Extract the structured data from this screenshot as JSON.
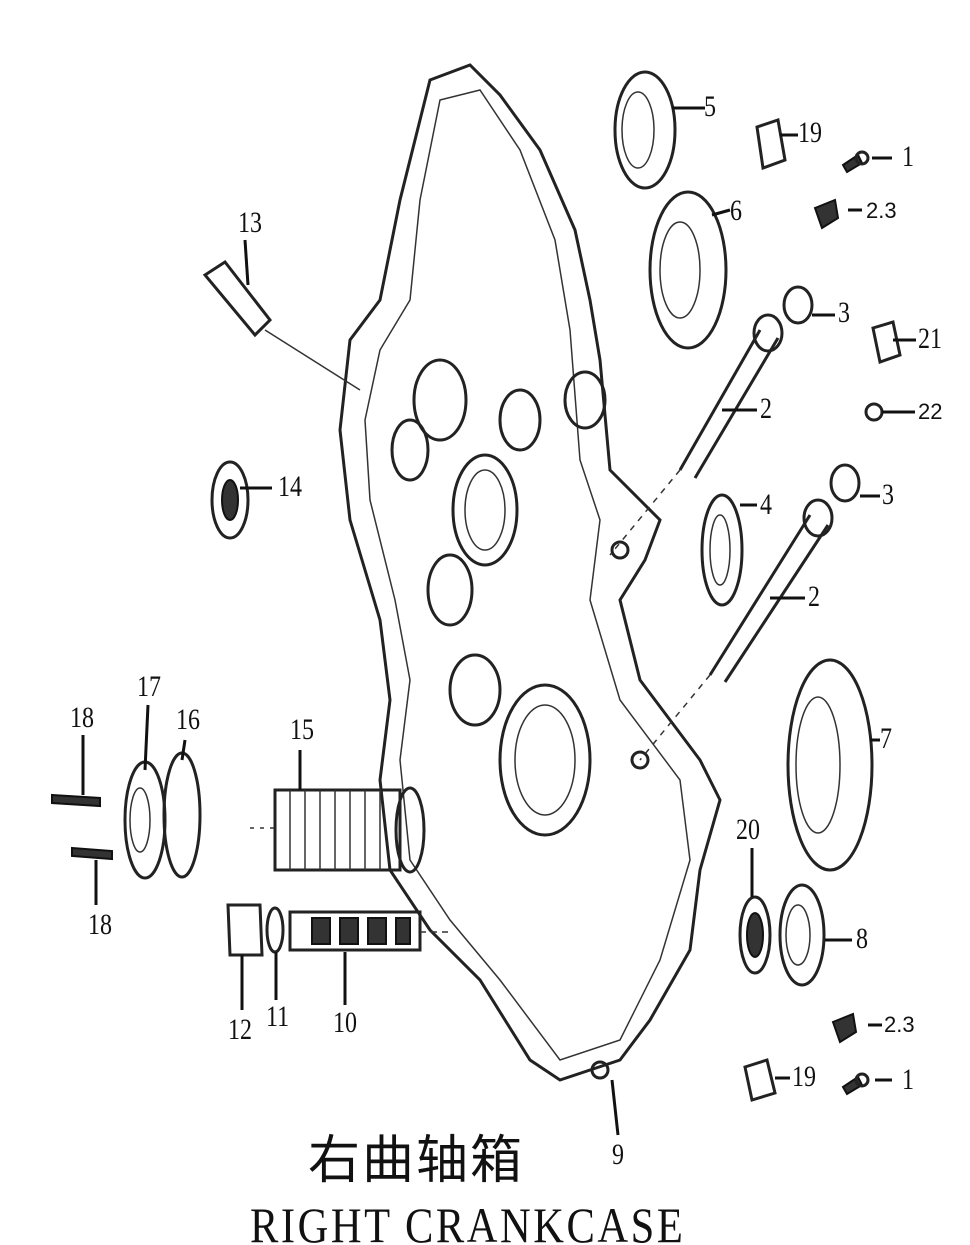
{
  "diagram": {
    "title_cn": "右曲轴箱",
    "title_en": "RIGHT CRANKCASE",
    "callouts": {
      "c1a": "1",
      "c1b": "1",
      "c2a": "2",
      "c2b": "2",
      "c3a": "3",
      "c3b": "3",
      "c4": "4",
      "c5": "5",
      "c6": "6",
      "c7": "7",
      "c8": "8",
      "c9": "9",
      "c10": "10",
      "c11": "11",
      "c12": "12",
      "c13": "13",
      "c14": "14",
      "c15": "15",
      "c16": "16",
      "c17": "17",
      "c18a": "18",
      "c18b": "18",
      "c19a": "19",
      "c19b": "19",
      "c20": "20",
      "c21": "21",
      "c22": "22",
      "c23a": "2.3",
      "c23b": "2.3"
    }
  }
}
